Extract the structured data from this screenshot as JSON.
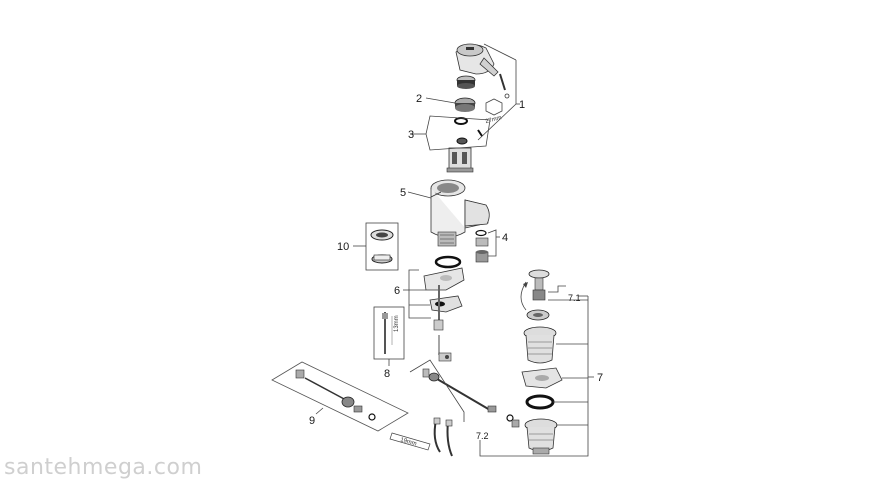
{
  "callouts": {
    "c1": "1",
    "c2": "2",
    "c3": "3",
    "c4": "4",
    "c5": "5",
    "c6": "6",
    "c7": "7",
    "c71": "7.1",
    "c72": "7.2",
    "c8": "8",
    "c9": "9",
    "c10": "10"
  },
  "dims": {
    "hex": "27mm",
    "sleeve": "13mm",
    "wrench": "19mm"
  },
  "watermark": "santehmega.com",
  "colors": {
    "line": "#444444",
    "metal": "#d9d9d9",
    "dark": "#222222",
    "ring": "#111111"
  }
}
